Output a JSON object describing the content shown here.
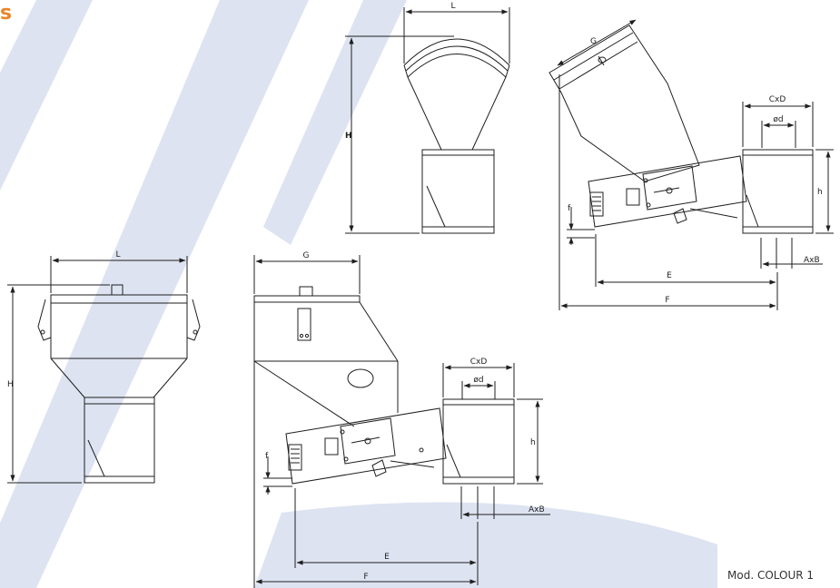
{
  "header": {
    "brand_fragment": "s"
  },
  "footer": {
    "model_label": "Mod. COLOUR 1"
  },
  "colors": {
    "accent": "#e8862a",
    "band": "#dde3f1",
    "line": "#1f1f1f"
  },
  "dimension_labels": {
    "L": "L",
    "H": "H",
    "G": "G",
    "CxD": "CxD",
    "od": "ød",
    "h": "h",
    "f": "f",
    "AxB": "AxB",
    "E": "E",
    "F": "F"
  }
}
